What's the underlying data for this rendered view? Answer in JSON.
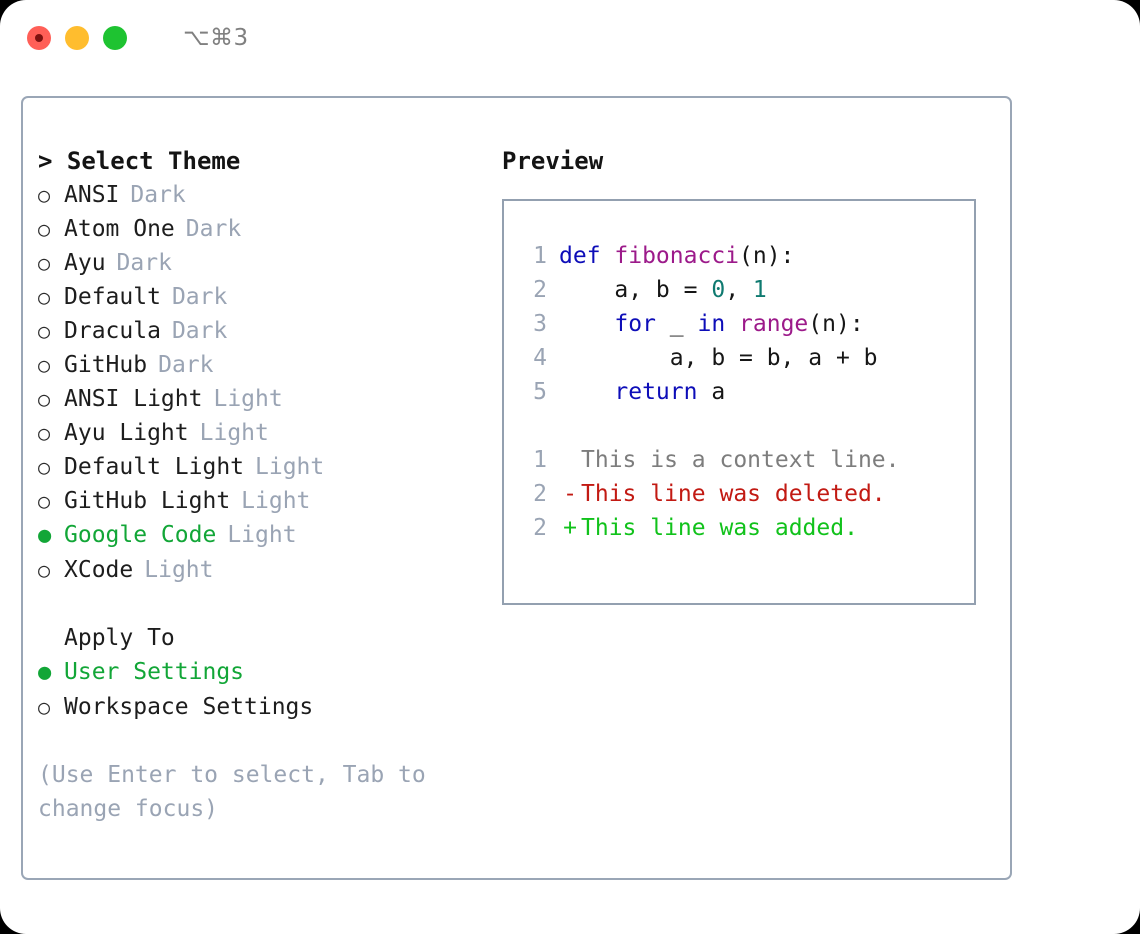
{
  "titlebar": {
    "shortcut": "⌥⌘3",
    "lights": [
      {
        "name": "close",
        "color": "#ff5f57"
      },
      {
        "name": "minimize",
        "color": "#ffbd2e"
      },
      {
        "name": "maximize",
        "color": "#1ec331"
      }
    ]
  },
  "theme_picker": {
    "header": "> Select Theme",
    "selected_bullet": "●",
    "unselected_bullet": "○",
    "items": [
      {
        "name": "ANSI",
        "tag": "Dark",
        "selected": false
      },
      {
        "name": "Atom One",
        "tag": "Dark",
        "selected": false
      },
      {
        "name": "Ayu",
        "tag": "Dark",
        "selected": false
      },
      {
        "name": "Default",
        "tag": "Dark",
        "selected": false
      },
      {
        "name": "Dracula",
        "tag": "Dark",
        "selected": false
      },
      {
        "name": "GitHub",
        "tag": "Dark",
        "selected": false
      },
      {
        "name": "ANSI Light",
        "tag": "Light",
        "selected": false
      },
      {
        "name": "Ayu Light",
        "tag": "Light",
        "selected": false
      },
      {
        "name": "Default Light",
        "tag": "Light",
        "selected": false
      },
      {
        "name": "GitHub Light",
        "tag": "Light",
        "selected": false
      },
      {
        "name": "Google Code",
        "tag": "Light",
        "selected": true
      },
      {
        "name": "XCode",
        "tag": "Light",
        "selected": false
      }
    ]
  },
  "apply_to": {
    "header": "Apply To",
    "items": [
      {
        "name": "User Settings",
        "selected": true
      },
      {
        "name": "Workspace Settings",
        "selected": false
      }
    ]
  },
  "hint": "(Use Enter to select, Tab to change focus)",
  "preview": {
    "title": "Preview",
    "code_lines": [
      {
        "lineno": "1",
        "tokens": [
          {
            "t": "def ",
            "k": "kw"
          },
          {
            "t": "fibonacci",
            "k": "fn"
          },
          {
            "t": "(n):",
            "k": "plain"
          }
        ]
      },
      {
        "lineno": "2",
        "tokens": [
          {
            "t": "    a, b = ",
            "k": "plain"
          },
          {
            "t": "0",
            "k": "num"
          },
          {
            "t": ", ",
            "k": "plain"
          },
          {
            "t": "1",
            "k": "num"
          }
        ]
      },
      {
        "lineno": "3",
        "tokens": [
          {
            "t": "    ",
            "k": "plain"
          },
          {
            "t": "for",
            "k": "kw"
          },
          {
            "t": " _ ",
            "k": "plain"
          },
          {
            "t": "in",
            "k": "kw"
          },
          {
            "t": " ",
            "k": "plain"
          },
          {
            "t": "range",
            "k": "fn"
          },
          {
            "t": "(n):",
            "k": "plain"
          }
        ]
      },
      {
        "lineno": "4",
        "tokens": [
          {
            "t": "        a, b = b, a + b",
            "k": "plain"
          }
        ]
      },
      {
        "lineno": "5",
        "tokens": [
          {
            "t": "    ",
            "k": "plain"
          },
          {
            "t": "return",
            "k": "kw"
          },
          {
            "t": " a",
            "k": "plain"
          }
        ]
      }
    ],
    "diff_lines": [
      {
        "lineno": "1",
        "marker": " ",
        "text": "This is a context line.",
        "kind": "ctx"
      },
      {
        "lineno": "2",
        "marker": "-",
        "text": "This line was deleted.",
        "kind": "del"
      },
      {
        "lineno": "2",
        "marker": "+",
        "text": "This line was added.",
        "kind": "add"
      }
    ]
  },
  "colors": {
    "accent_green": "#12a637",
    "muted": "#9aa4b4",
    "border": "#9aa6b6",
    "keyword": "#0d0db8",
    "function": "#9c1a8a",
    "number": "#0f7a70",
    "diff_add": "#11c21b",
    "diff_del": "#c21a13"
  }
}
